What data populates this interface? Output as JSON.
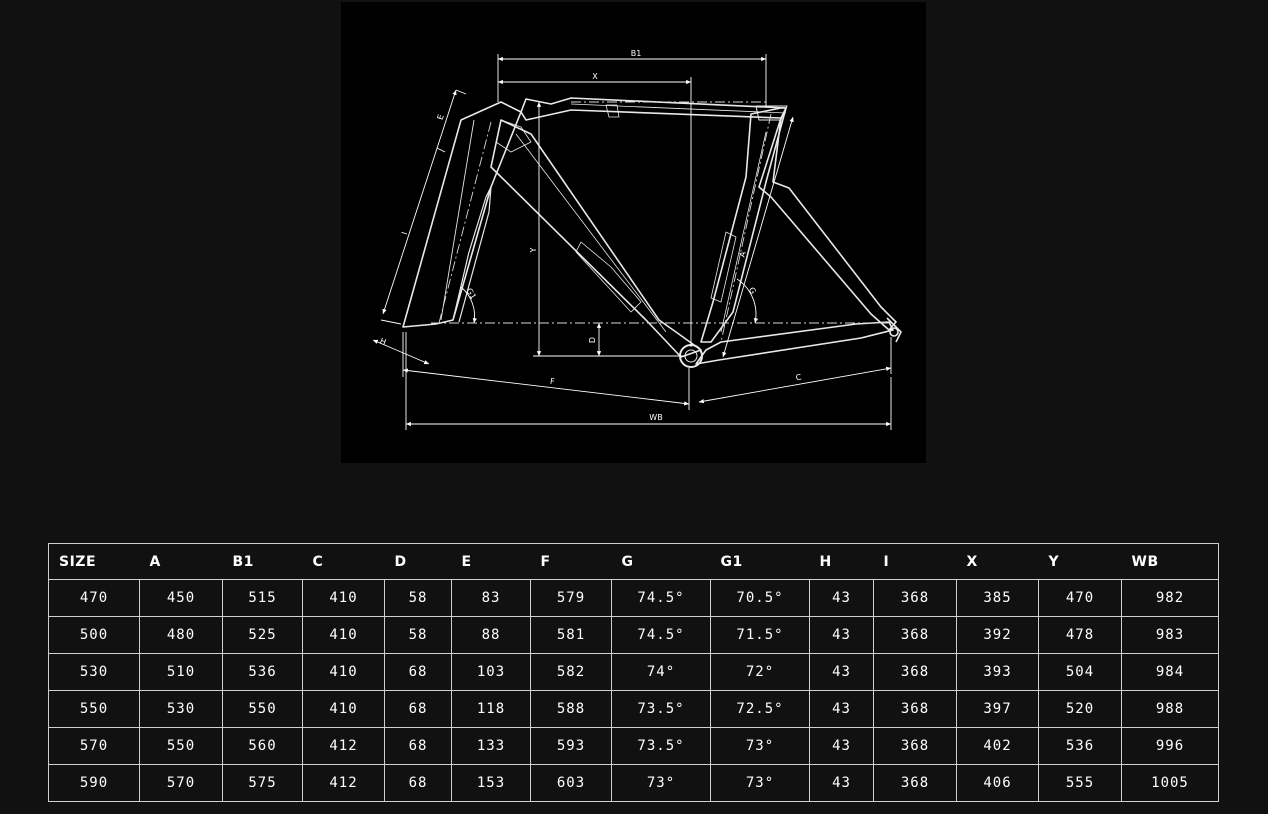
{
  "diagram": {
    "dimension_labels": {
      "b1": "B1",
      "x": "X",
      "e": "E",
      "i": "I",
      "y": "Y",
      "g1": "G1",
      "a": "A",
      "g": "G",
      "d": "D",
      "h": "H",
      "f": "F",
      "c": "C",
      "wb": "WB"
    }
  },
  "table": {
    "headers": [
      "SIZE",
      "A",
      "B1",
      "C",
      "D",
      "E",
      "F",
      "G",
      "G1",
      "H",
      "I",
      "X",
      "Y",
      "WB"
    ],
    "rows": [
      [
        "470",
        "450",
        "515",
        "410",
        "58",
        "83",
        "579",
        "74.5°",
        "70.5°",
        "43",
        "368",
        "385",
        "470",
        "982"
      ],
      [
        "500",
        "480",
        "525",
        "410",
        "58",
        "88",
        "581",
        "74.5°",
        "71.5°",
        "43",
        "368",
        "392",
        "478",
        "983"
      ],
      [
        "530",
        "510",
        "536",
        "410",
        "68",
        "103",
        "582",
        "74°",
        "72°",
        "43",
        "368",
        "393",
        "504",
        "984"
      ],
      [
        "550",
        "530",
        "550",
        "410",
        "68",
        "118",
        "588",
        "73.5°",
        "72.5°",
        "43",
        "368",
        "397",
        "520",
        "988"
      ],
      [
        "570",
        "550",
        "560",
        "412",
        "68",
        "133",
        "593",
        "73.5°",
        "73°",
        "43",
        "368",
        "402",
        "536",
        "996"
      ],
      [
        "590",
        "570",
        "575",
        "412",
        "68",
        "153",
        "603",
        "73°",
        "73°",
        "43",
        "368",
        "406",
        "555",
        "1005"
      ]
    ]
  }
}
